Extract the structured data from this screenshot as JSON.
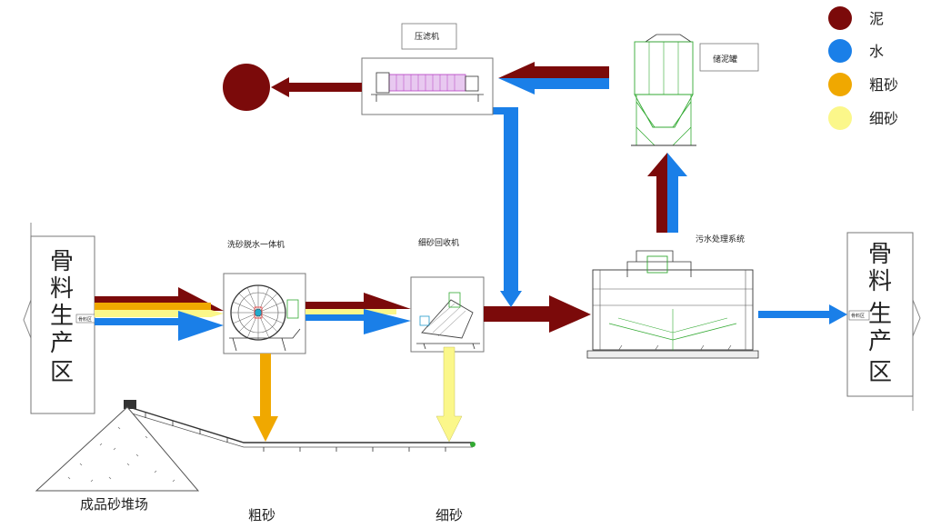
{
  "legend": {
    "items": [
      {
        "label": "泥",
        "color": "#7b0a0a"
      },
      {
        "label": "水",
        "color": "#1a7fe8"
      },
      {
        "label": "粗砂",
        "color": "#f0a800"
      },
      {
        "label": "细砂",
        "color": "#fbf78a"
      }
    ]
  },
  "zones": {
    "left": [
      "骨",
      "料",
      "生",
      "产",
      "区"
    ],
    "right": [
      "骨",
      "料",
      "生",
      "产",
      "区"
    ],
    "left_tag": "骨料区",
    "right_tag": "骨料区"
  },
  "equipment": {
    "filter_press": "压滤机",
    "silo": "储泥罐",
    "washer": "洗砂脱水一体机",
    "fine_recovery": "细砂回收机",
    "water_treatment": "污水处理系统"
  },
  "outputs": {
    "stockpile": "成品砂堆场",
    "coarse": "粗砂",
    "fine": "细砂"
  }
}
